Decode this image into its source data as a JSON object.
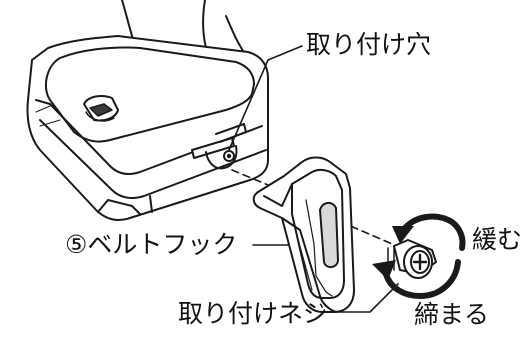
{
  "labels": {
    "mount_hole": "取り付け穴",
    "belt_hook": "⑤ベルトフック",
    "mount_screw": "取り付けネジ",
    "loosen": "緩む",
    "tighten": "締まる"
  },
  "colors": {
    "line": "#1a1a1a",
    "fill": "#ffffff",
    "shade": "#d9d9d9",
    "dark": "#3a3a3a",
    "text": "#111111"
  }
}
